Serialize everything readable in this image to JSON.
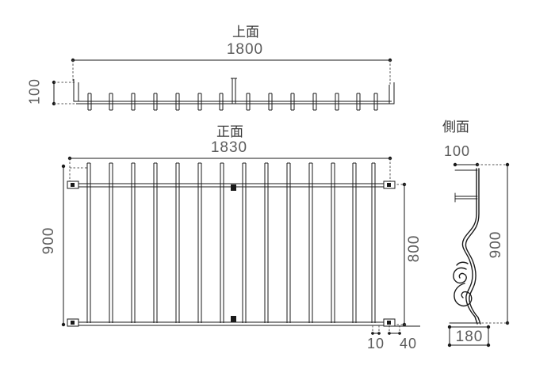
{
  "drawing": {
    "title_top": "上面",
    "title_front": "正面",
    "title_side": "側面"
  },
  "top_view": {
    "name": "上面",
    "overall_width": "1800",
    "depth": "100",
    "bar_count": 14,
    "has_center_post": true
  },
  "front_view": {
    "name": "正面",
    "overall_width": "1830",
    "overall_height": "900",
    "inner_height": "800",
    "bar_count": 14,
    "end_offset": "10",
    "end_margin": "40"
  },
  "side_view": {
    "name": "側面",
    "top_depth": "100",
    "height": "900",
    "base_depth": "180"
  },
  "dimensions": {
    "d1800": "1800",
    "d100_top": "100",
    "d1830": "1830",
    "d900_left": "900",
    "d800_right": "800",
    "d10": "10",
    "d40": "40",
    "d100_side": "100",
    "d900_side": "900",
    "d180_side": "180"
  },
  "colors": {
    "background": "#ffffff",
    "line": "#1a1a1a",
    "dim_text": "#5b5b5b",
    "title_text": "#3b3b3b",
    "ext_line": "#555555"
  }
}
